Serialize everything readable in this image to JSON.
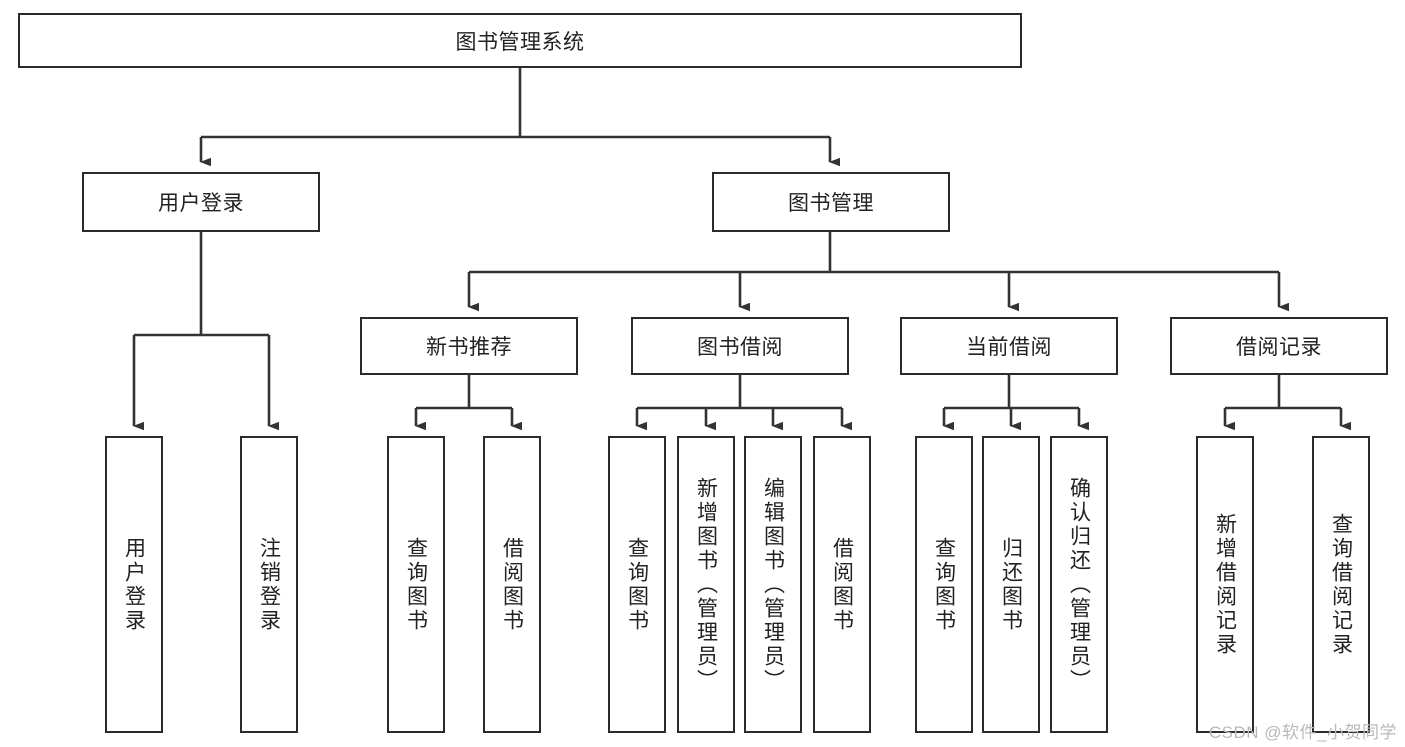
{
  "diagram": {
    "type": "tree-hierarchy",
    "title": "图书管理系统",
    "root": {
      "id": "root",
      "label": "图书管理系统",
      "orientation": "horizontal"
    },
    "level2": [
      {
        "id": "user-login",
        "label": "用户登录",
        "orientation": "horizontal"
      },
      {
        "id": "book-management",
        "label": "图书管理",
        "orientation": "horizontal"
      }
    ],
    "level3": [
      {
        "id": "new-book-recommend",
        "label": "新书推荐",
        "parent": "book-management",
        "orientation": "horizontal"
      },
      {
        "id": "book-borrow",
        "label": "图书借阅",
        "parent": "book-management",
        "orientation": "horizontal"
      },
      {
        "id": "current-borrow",
        "label": "当前借阅",
        "parent": "book-management",
        "orientation": "horizontal"
      },
      {
        "id": "borrow-record",
        "label": "借阅记录",
        "parent": "book-management",
        "orientation": "horizontal"
      }
    ],
    "leaves": [
      {
        "id": "leaf-user-login",
        "label": "用户登录",
        "parent": "user-login",
        "orientation": "vertical"
      },
      {
        "id": "leaf-logout",
        "label": "注销登录",
        "parent": "user-login",
        "orientation": "vertical"
      },
      {
        "id": "leaf-query-book-recommend",
        "label": "查询图书",
        "parent": "new-book-recommend",
        "orientation": "vertical"
      },
      {
        "id": "leaf-borrow-book-recommend",
        "label": "借阅图书",
        "parent": "new-book-recommend",
        "orientation": "vertical"
      },
      {
        "id": "leaf-query-book-borrow",
        "label": "查询图书",
        "parent": "book-borrow",
        "orientation": "vertical"
      },
      {
        "id": "leaf-add-book",
        "label": "新增图书（管理员）",
        "parent": "book-borrow",
        "orientation": "vertical"
      },
      {
        "id": "leaf-edit-book",
        "label": "编辑图书（管理员）",
        "parent": "book-borrow",
        "orientation": "vertical"
      },
      {
        "id": "leaf-borrow-book",
        "label": "借阅图书",
        "parent": "book-borrow",
        "orientation": "vertical"
      },
      {
        "id": "leaf-query-book-current",
        "label": "查询图书",
        "parent": "current-borrow",
        "orientation": "vertical"
      },
      {
        "id": "leaf-return-book",
        "label": "归还图书",
        "parent": "current-borrow",
        "orientation": "vertical"
      },
      {
        "id": "leaf-confirm-return",
        "label": "确认归还（管理员）",
        "parent": "current-borrow",
        "orientation": "vertical"
      },
      {
        "id": "leaf-add-borrow-record",
        "label": "新增借阅记录",
        "parent": "borrow-record",
        "orientation": "vertical"
      },
      {
        "id": "leaf-query-borrow-record",
        "label": "查询借阅记录",
        "parent": "borrow-record",
        "orientation": "vertical"
      }
    ]
  },
  "watermark": {
    "text": "CSDN @软件_小贺同学"
  },
  "colors": {
    "box_border": "#2b2b2b",
    "box_fill": "#ffffff",
    "text": "#222222",
    "connector": "#333333",
    "watermark": "#b9b9b9",
    "background": "#ffffff"
  }
}
